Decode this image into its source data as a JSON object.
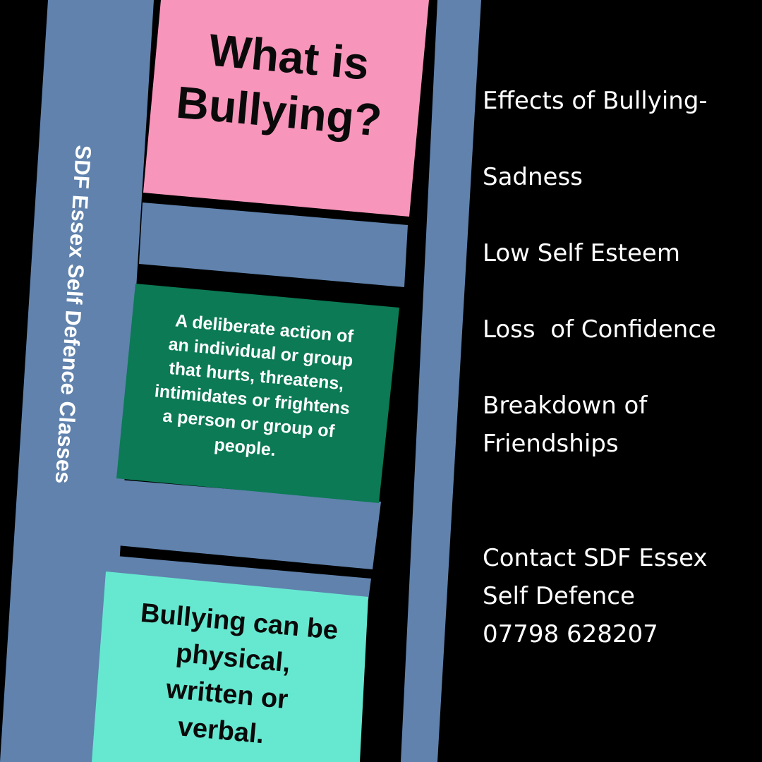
{
  "side_label": "SDF Essex Self Defence Classes",
  "cards": {
    "title_lines": [
      "What is",
      "Bullying?"
    ],
    "definition_lines": [
      "A deliberate action of",
      "an individual or group",
      "that hurts, threatens,",
      "intimidates or frightens",
      "a person or group of",
      "people."
    ],
    "types_lines": [
      "Bullying can be",
      "physical,",
      "written or",
      "verbal."
    ]
  },
  "effects": {
    "title": "Effects of Bullying-",
    "items": [
      "Sadness",
      "Low Self Esteem",
      "Loss  of Confidence",
      "Breakdown of Friendships"
    ]
  },
  "contact": {
    "lines": [
      "Contact SDF Essex",
      "Self Defence",
      "07798 628207"
    ]
  },
  "colors": {
    "background": "#000000",
    "panel_blue": "#6082AD",
    "title_pink": "#F895BB",
    "definition_green": "#0B7A55",
    "types_mint": "#66E8D0",
    "text_white": "#FFFFFF",
    "text_black": "#0A0A0A"
  }
}
